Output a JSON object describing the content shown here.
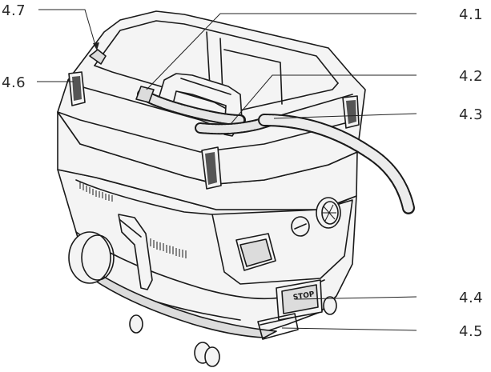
{
  "callouts": [
    {
      "id": "4.1",
      "label": "4.1"
    },
    {
      "id": "4.2",
      "label": "4.2"
    },
    {
      "id": "4.3",
      "label": "4.3"
    },
    {
      "id": "4.4",
      "label": "4.4"
    },
    {
      "id": "4.5",
      "label": "4.5"
    },
    {
      "id": "4.6",
      "label": "4.6"
    },
    {
      "id": "4.7",
      "label": "4.7"
    }
  ],
  "stop_button_text": "STOP"
}
